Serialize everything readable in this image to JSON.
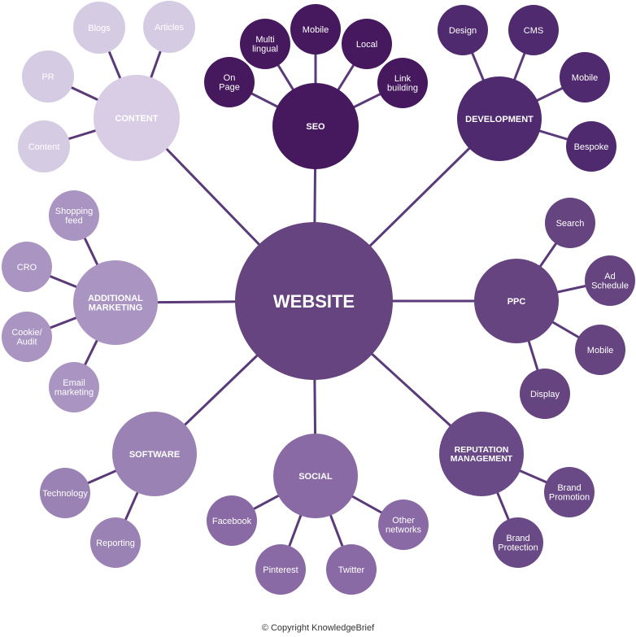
{
  "center": {
    "label": "WEBSITE",
    "color": "#66447f"
  },
  "colors": {
    "line": "#5a3a78",
    "content_hub": "#d8cde5",
    "content_leaf": "#d5cbe3",
    "seo": "#46195f",
    "development": "#4f2a6e",
    "ppc": "#66447f",
    "reputation": "#6a4a86",
    "social": "#8a6aa5",
    "software": "#9b82b4",
    "additional": "#a994c2",
    "text_light": "#ffffff"
  },
  "hubs": [
    {
      "id": "content",
      "label": "CONTENT",
      "leaves": [
        "Blogs",
        "Articles",
        "PR",
        "Content"
      ]
    },
    {
      "id": "seo",
      "label": "SEO",
      "leaves": [
        "Multi lingual",
        "Mobile",
        "Local",
        "On Page",
        "Link building"
      ]
    },
    {
      "id": "development",
      "label": "DEVELOPMENT",
      "leaves": [
        "Design",
        "CMS",
        "Mobile",
        "Bespoke"
      ]
    },
    {
      "id": "additional-marketing",
      "label": "ADDITIONAL MARKETING",
      "leaves": [
        "Shopping feed",
        "CRO",
        "Cookie/ Audit",
        "Email marketing"
      ]
    },
    {
      "id": "ppc",
      "label": "PPC",
      "leaves": [
        "Search",
        "Ad Schedule",
        "Mobile",
        "Display"
      ]
    },
    {
      "id": "software",
      "label": "SOFTWARE",
      "leaves": [
        "Technology",
        "Reporting"
      ]
    },
    {
      "id": "social",
      "label": "SOCIAL",
      "leaves": [
        "Facebook",
        "Pinterest",
        "Twitter",
        "Other networks"
      ]
    },
    {
      "id": "reputation-management",
      "label": "REPUTATION MANAGEMENT",
      "leaves": [
        "Brand Promotion",
        "Brand Protection"
      ]
    }
  ],
  "copyright": "© Copyright KnowledgeBrief"
}
